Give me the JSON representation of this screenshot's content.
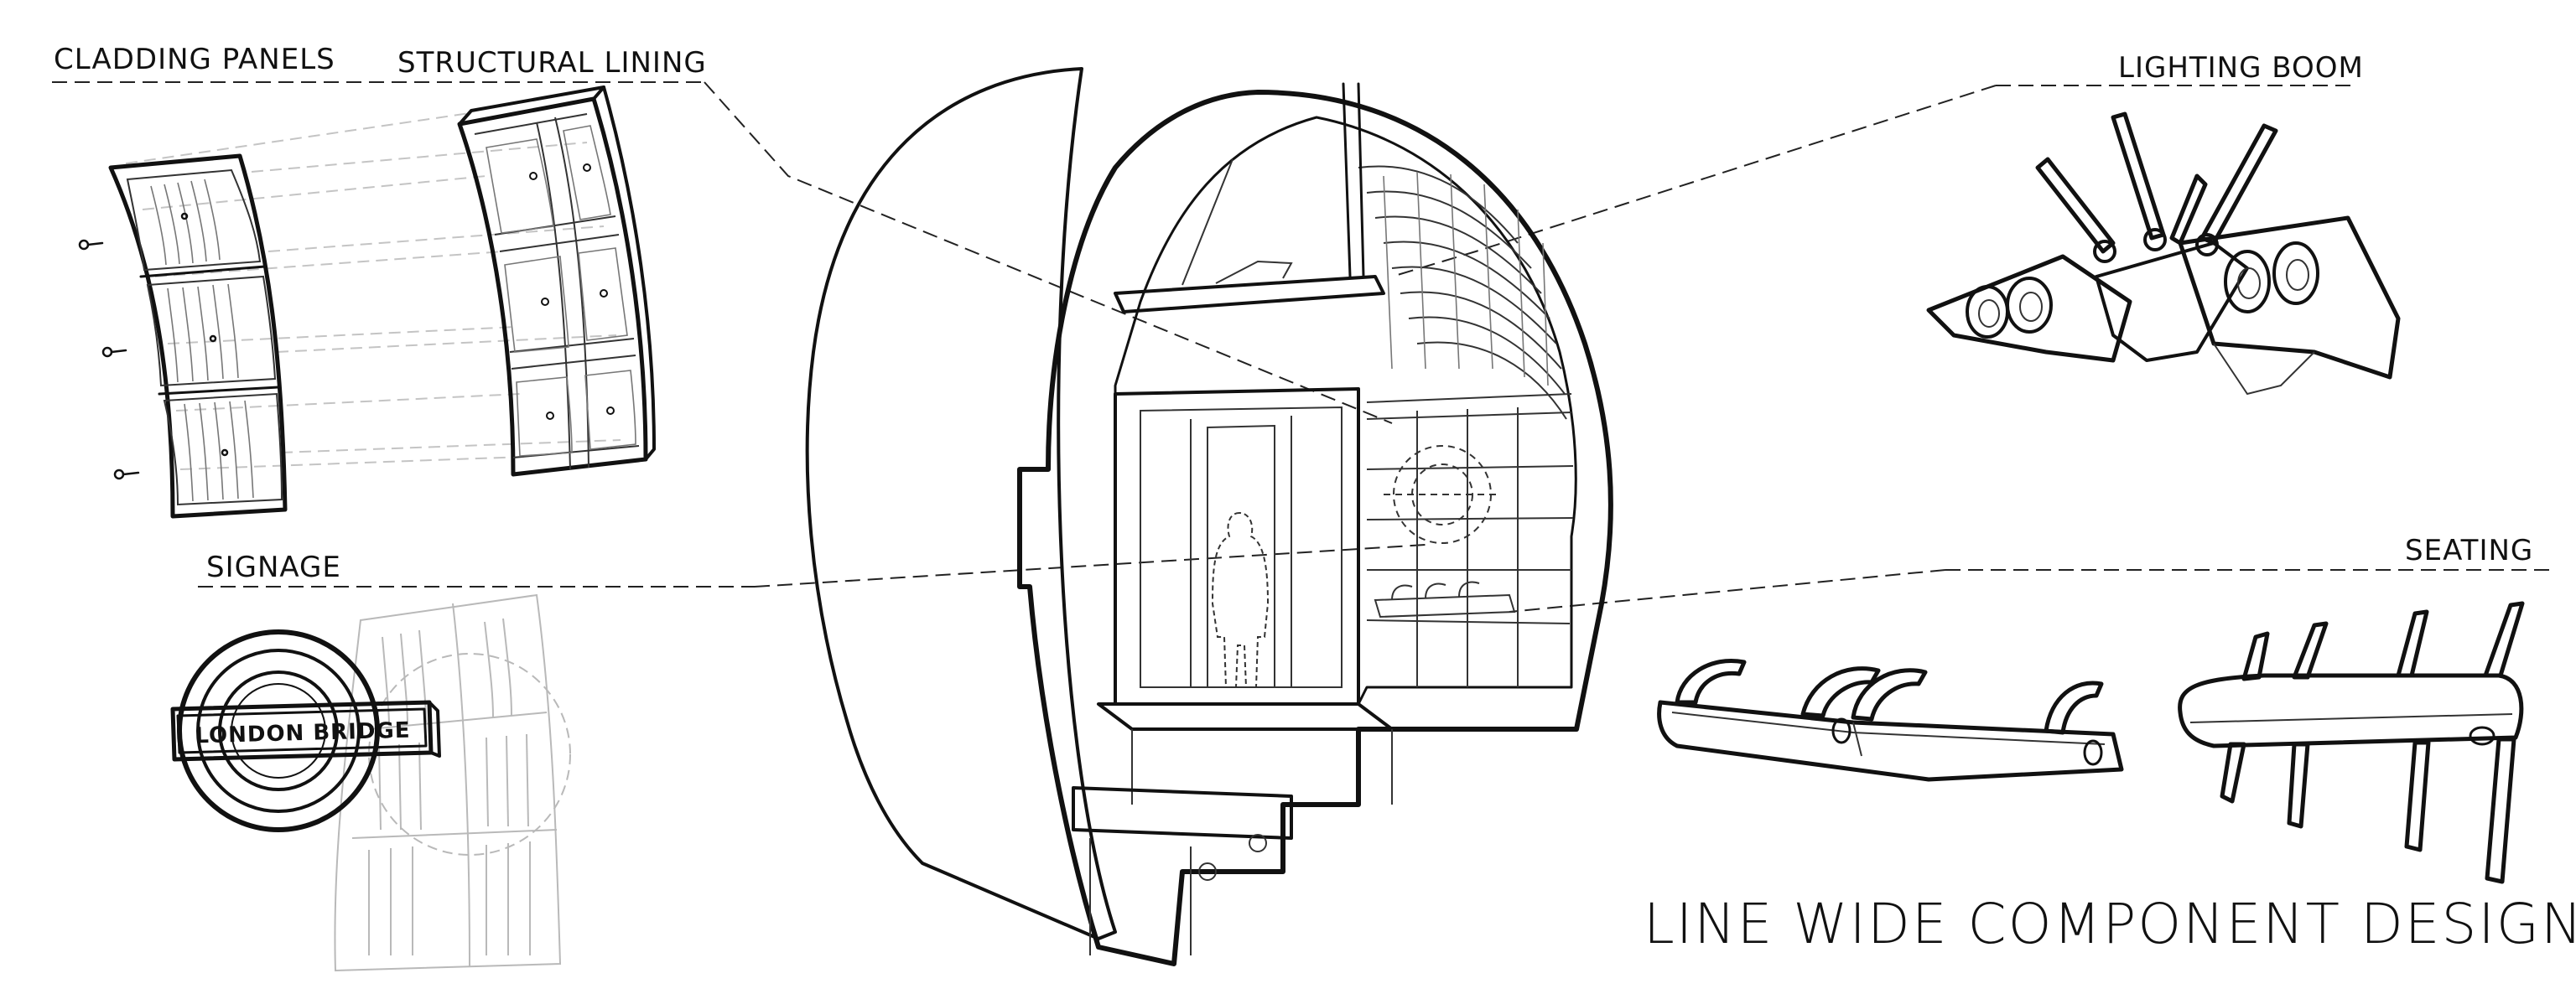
{
  "title": "LINE WIDE COMPONENT DESIGN",
  "labels": {
    "cladding_panels": "CLADDING PANELS",
    "structural_lining": "STRUCTURAL LINING",
    "lighting_boom": "LIGHTING BOOM",
    "signage": "SIGNAGE",
    "seating": "SEATING"
  },
  "roundel_text": "LONDON BRIDGE",
  "colors": {
    "ink": "#111111",
    "leader": "#222222",
    "ghost": "#b9b9b9",
    "paper": "#ffffff"
  }
}
